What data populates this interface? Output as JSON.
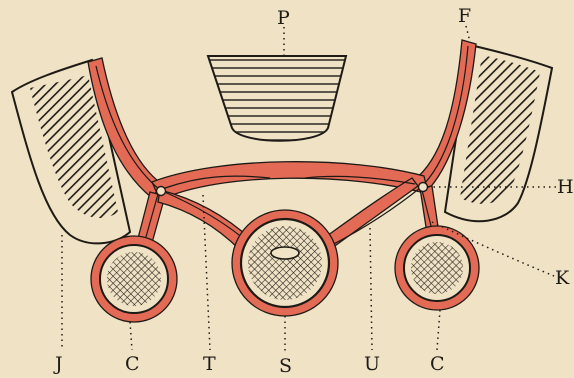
{
  "figure": {
    "labels": {
      "P": "P",
      "F": "F",
      "H": "H",
      "K": "K",
      "J": "J",
      "C_left": "C",
      "T": "T",
      "S": "S",
      "U": "U",
      "C_right": "C"
    },
    "colors": {
      "background": "#efe2c5",
      "vessel_red": "#e36a55",
      "ink": "#1e1a16"
    }
  }
}
